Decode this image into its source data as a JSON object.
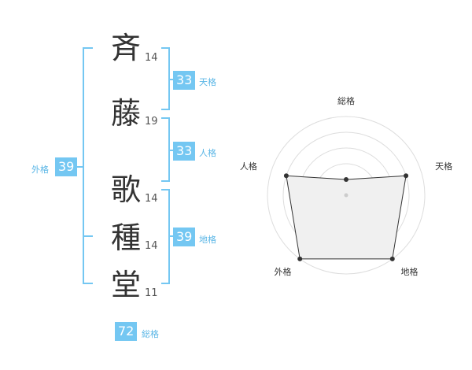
{
  "name": {
    "chars": [
      {
        "char": "斉",
        "strokes": "14"
      },
      {
        "char": "藤",
        "strokes": "19"
      },
      {
        "char": "歌",
        "strokes": "14"
      },
      {
        "char": "種",
        "strokes": "14"
      },
      {
        "char": "堂",
        "strokes": "11"
      }
    ]
  },
  "fortunes": {
    "tenkaku": {
      "value": "33",
      "label": "天格"
    },
    "jinkaku": {
      "value": "33",
      "label": "人格"
    },
    "chikaku": {
      "value": "39",
      "label": "地格"
    },
    "gaikaku": {
      "value": "39",
      "label": "外格"
    },
    "soukaku": {
      "value": "72",
      "label": "総格"
    }
  },
  "chart_data": {
    "type": "radar",
    "axes": [
      "総格",
      "天格",
      "地格",
      "外格",
      "人格"
    ],
    "values": [
      1,
      4,
      5,
      5,
      4
    ],
    "max": 5,
    "grid_rings": 5,
    "colors": {
      "fill": "#f0f0f0",
      "line": "#333333",
      "grid": "#dddddd",
      "accent": "#74c7f2"
    }
  }
}
